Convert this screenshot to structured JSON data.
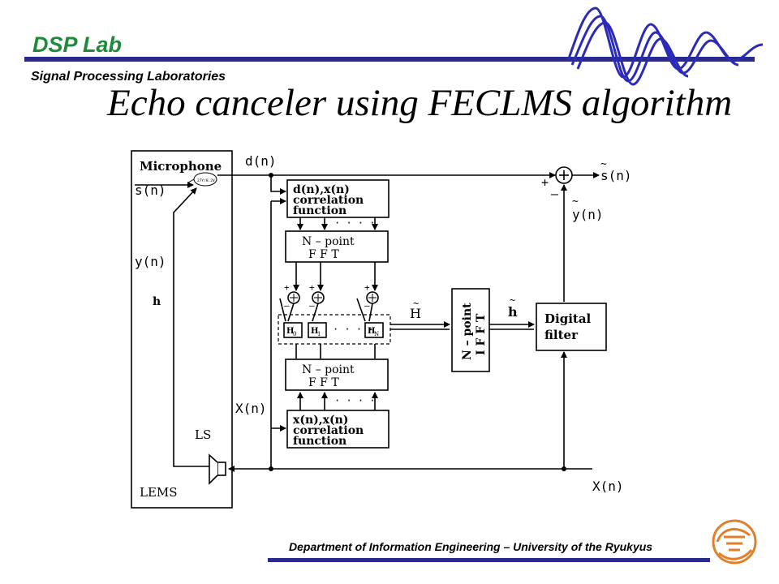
{
  "header": {
    "lab_name": "DSP Lab",
    "lab_subtitle": "Signal Processing Laboratories",
    "colors": {
      "lab_green": "#1f8a3a",
      "rule_navy": "#2a2a8c",
      "wave_blue": "#2b2bb8",
      "logo_orange": "#e0802a"
    }
  },
  "title": "Echo canceler using FECLMS algorithm",
  "diagram": {
    "room": {
      "label_microphone": "Microphone",
      "label_sn": "s(n)",
      "label_yn": "y(n)",
      "label_h": "h",
      "label_ls": "LS",
      "label_lems": "LEMS"
    },
    "signals": {
      "dn": "d(n)",
      "s_tilde": "s(n)",
      "y_tilde": "y(n)",
      "xn_left": "X(n)",
      "xn_bottom": "X(n)"
    },
    "signs": {
      "plus": "+",
      "minus": "–"
    },
    "blocks": {
      "dx_corr": [
        "d(n),x(n)",
        "correlation",
        "function"
      ],
      "fft_top": [
        "N – point",
        "F F T"
      ],
      "fft_bottom": [
        "N – point",
        "F F T"
      ],
      "xx_corr": [
        "x(n),x(n)",
        "correlation",
        "function"
      ],
      "ifft": [
        "N – point",
        "I F F T"
      ],
      "digital_filter": [
        "Digital",
        "filter"
      ]
    },
    "coefficients": {
      "h0": "H",
      "h0_sub": "0",
      "h1": "H",
      "h1_sub": "1",
      "hn": "H",
      "hn_sub": "N",
      "ellipsis": "· · · ·"
    },
    "labels": {
      "H_tilde": "H",
      "h_tilde": "h",
      "tilde": "~",
      "dots": "· · · ·",
      "mic_chip": "27Y/8.2V"
    }
  },
  "footer": {
    "text": "Department of Information Engineering – University of the Ryukyus"
  }
}
